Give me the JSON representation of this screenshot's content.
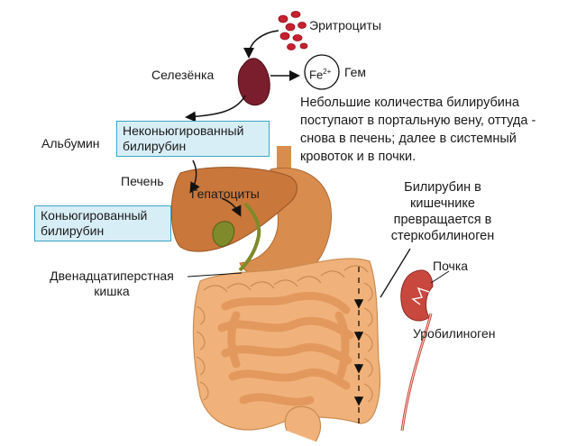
{
  "labels": {
    "erythrocytes": "Эритроциты",
    "spleen": "Селезёнка",
    "fe": "Fe",
    "fe_charge": "2+",
    "heme": "Гем",
    "albumin": "Альбумин",
    "liver": "Печень",
    "hepatocytes": "Гепатоциты",
    "duodenum": [
      "Двенадцатиперстная",
      "кишка"
    ],
    "kidney": "Почка",
    "urobilinogen": "Уробилиноген"
  },
  "boxes": {
    "unconjugated": [
      "Неконьюгированный",
      "билирубин"
    ],
    "conjugated": [
      "Коньюгированный",
      "билирубин"
    ]
  },
  "notes": {
    "portal": [
      "Небольшие количества билирубина",
      "поступают в портальную вену, оттуда -",
      "снова в печень; далее в системный",
      "кровоток и в почки."
    ],
    "intestine": [
      "Билирубин в",
      "кишечнике",
      "превращается в",
      "стеркобилиноген"
    ]
  },
  "colors": {
    "box_fill": "#d8eef6",
    "box_border": "#3aa6c8",
    "rbc": "#c8202e",
    "spleen": "#7a1d2c",
    "liver": "#c9773b",
    "stomach": "#d88d4f",
    "intestine": "#f0b27a",
    "kidney": "#c8483e"
  }
}
